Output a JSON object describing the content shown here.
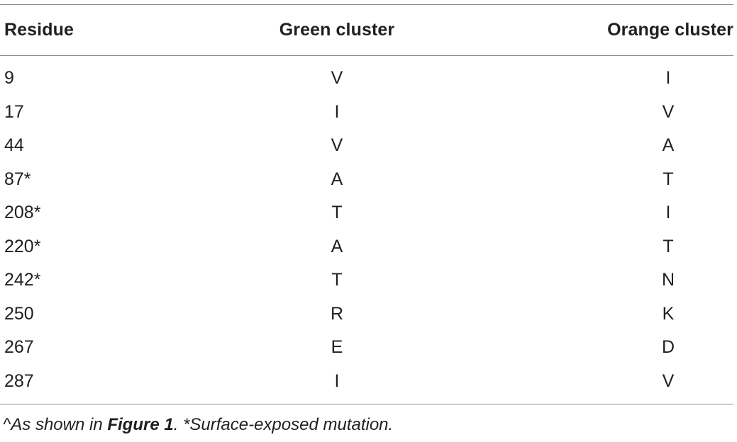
{
  "table": {
    "headers": {
      "residue": "Residue",
      "green": "Green cluster",
      "orange": "Orange cluster"
    },
    "rows": [
      {
        "residue": "9",
        "green": "V",
        "orange": "I"
      },
      {
        "residue": "17",
        "green": "I",
        "orange": "V"
      },
      {
        "residue": "44",
        "green": "V",
        "orange": "A"
      },
      {
        "residue": "87*",
        "green": "A",
        "orange": "T"
      },
      {
        "residue": "208*",
        "green": "T",
        "orange": "I"
      },
      {
        "residue": "220*",
        "green": "A",
        "orange": "T"
      },
      {
        "residue": "242*",
        "green": "T",
        "orange": "N"
      },
      {
        "residue": "250",
        "green": "R",
        "orange": "K"
      },
      {
        "residue": "267",
        "green": "E",
        "orange": "D"
      },
      {
        "residue": "287",
        "green": "I",
        "orange": "V"
      }
    ]
  },
  "footnote": {
    "prefix": "^As shown in ",
    "figure_ref": "Figure 1",
    "suffix": ". *Surface-exposed mutation."
  }
}
